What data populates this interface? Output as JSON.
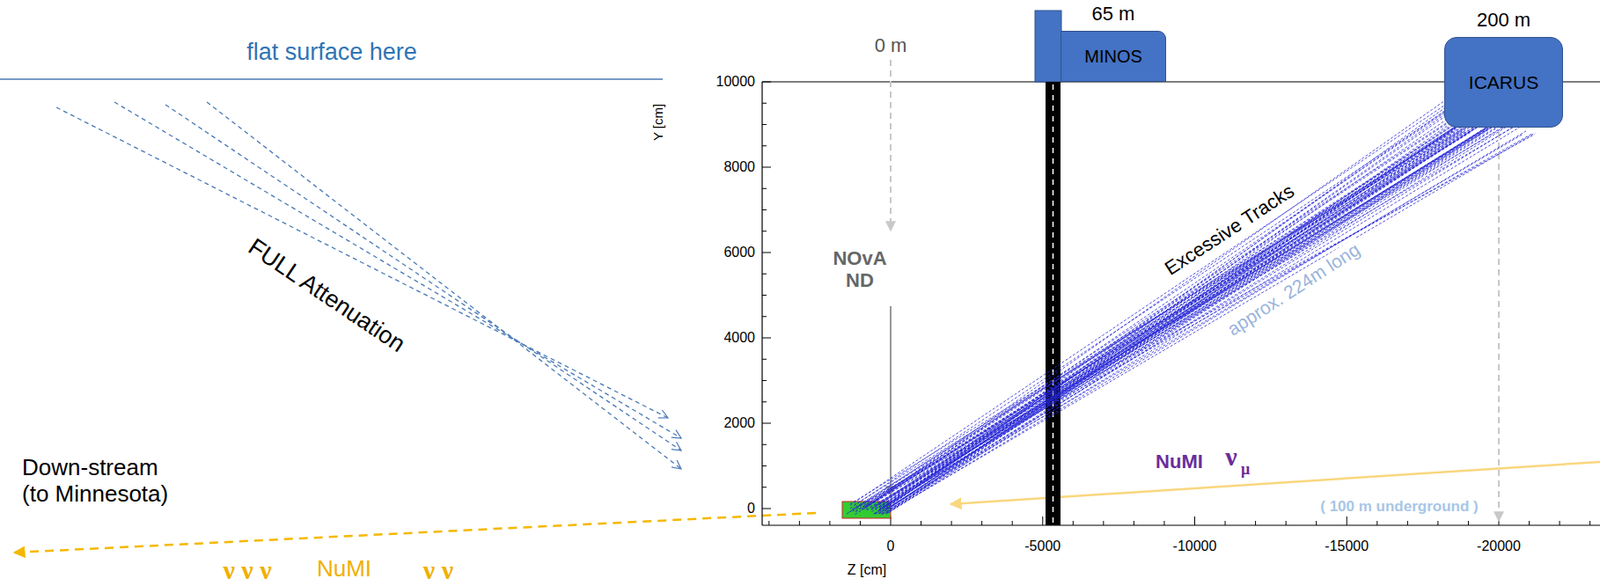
{
  "diagram": {
    "nodes": [
      {
        "text": [
          "65 m",
          "MINOS"
        ]
      },
      {
        "text": [
          "200 m",
          "ICARUS"
        ]
      }
    ],
    "labels": [
      "flat surface here",
      "FULL Attenuation",
      "Down-stream (to Minnesota)",
      "ν ν ν",
      "NuMI",
      "ν ν",
      "Y [cm]",
      "10000",
      "8000",
      "6000",
      "4000",
      "2000",
      "0",
      "0",
      "-5000",
      "-10000",
      "-15000",
      "-20000",
      "Z [cm]",
      "0 m",
      "NOvA ND",
      "Excessive Tracks",
      "approx. 224m long",
      "NuMI",
      "ν",
      "μ",
      "( 100 m underground )"
    ]
  }
}
